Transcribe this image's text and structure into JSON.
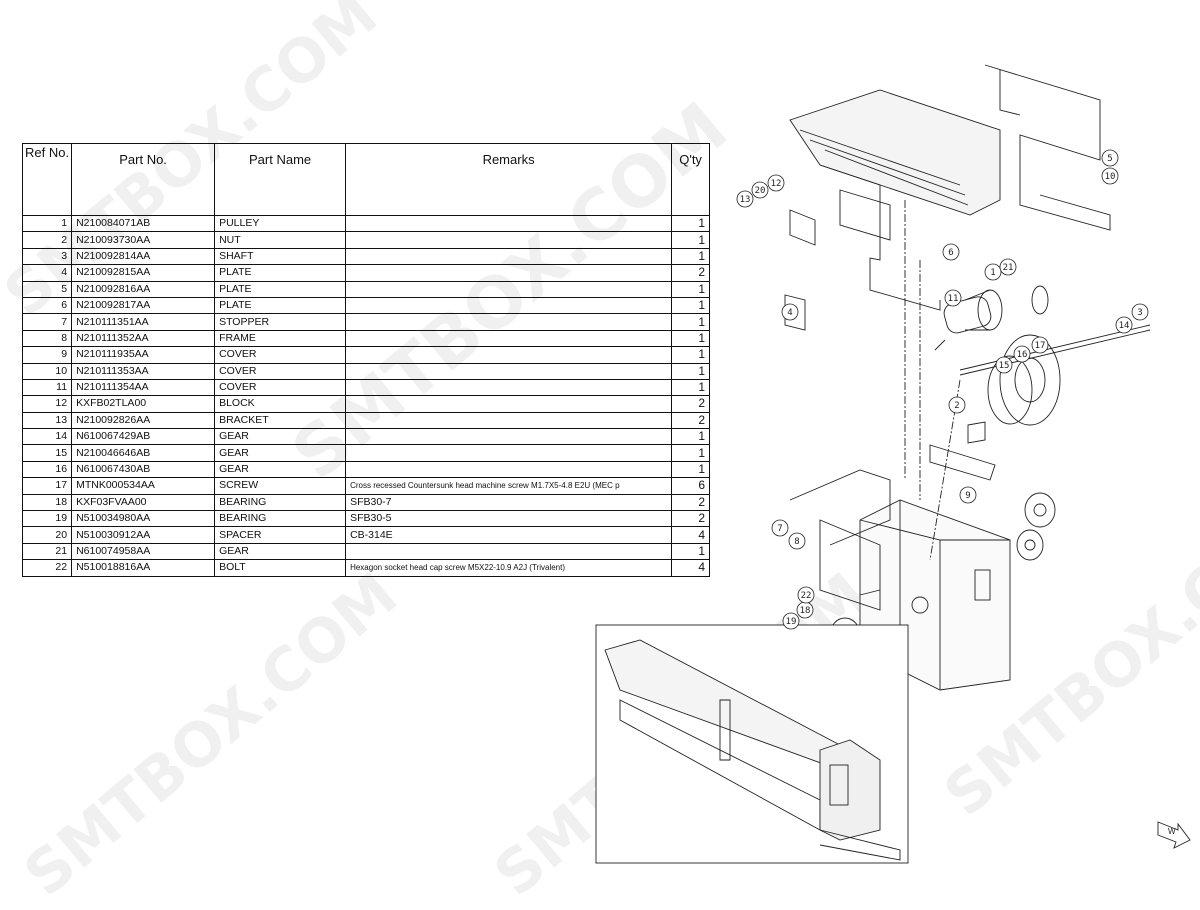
{
  "watermark": "SMTBOX.COM",
  "table": {
    "headers": {
      "ref": "Ref No.",
      "part_no": "Part No.",
      "part_name": "Part Name",
      "remarks": "Remarks",
      "qty": "Q'ty"
    },
    "rows": [
      {
        "ref": "1",
        "part_no": "N210084071AB",
        "name": "PULLEY",
        "remarks": "",
        "qty": "1"
      },
      {
        "ref": "2",
        "part_no": "N210093730AA",
        "name": "NUT",
        "remarks": "",
        "qty": "1"
      },
      {
        "ref": "3",
        "part_no": "N210092814AA",
        "name": "SHAFT",
        "remarks": "",
        "qty": "1"
      },
      {
        "ref": "4",
        "part_no": "N210092815AA",
        "name": "PLATE",
        "remarks": "",
        "qty": "2"
      },
      {
        "ref": "5",
        "part_no": "N210092816AA",
        "name": "PLATE",
        "remarks": "",
        "qty": "1"
      },
      {
        "ref": "6",
        "part_no": "N210092817AA",
        "name": "PLATE",
        "remarks": "",
        "qty": "1"
      },
      {
        "ref": "7",
        "part_no": "N210111351AA",
        "name": "STOPPER",
        "remarks": "",
        "qty": "1"
      },
      {
        "ref": "8",
        "part_no": "N210111352AA",
        "name": "FRAME",
        "remarks": "",
        "qty": "1"
      },
      {
        "ref": "9",
        "part_no": "N210111935AA",
        "name": "COVER",
        "remarks": "",
        "qty": "1"
      },
      {
        "ref": "10",
        "part_no": "N210111353AA",
        "name": "COVER",
        "remarks": "",
        "qty": "1"
      },
      {
        "ref": "11",
        "part_no": "N210111354AA",
        "name": "COVER",
        "remarks": "",
        "qty": "1"
      },
      {
        "ref": "12",
        "part_no": "KXFB02TLA00",
        "name": "BLOCK",
        "remarks": "",
        "qty": "2"
      },
      {
        "ref": "13",
        "part_no": "N210092826AA",
        "name": "BRACKET",
        "remarks": "",
        "qty": "2"
      },
      {
        "ref": "14",
        "part_no": "N610067429AB",
        "name": "GEAR",
        "remarks": "",
        "qty": "1"
      },
      {
        "ref": "15",
        "part_no": "N210046646AB",
        "name": "GEAR",
        "remarks": "",
        "qty": "1"
      },
      {
        "ref": "16",
        "part_no": "N610067430AB",
        "name": "GEAR",
        "remarks": "",
        "qty": "1"
      },
      {
        "ref": "17",
        "part_no": "MTNK000534AA",
        "name": "SCREW",
        "remarks": "Cross recessed Countersunk head machine screw M1.7X5-4.8 E2U (MEC p",
        "qty": "6"
      },
      {
        "ref": "18",
        "part_no": "KXF03FVAA00",
        "name": "BEARING",
        "remarks": "SFB30-7",
        "qty": "2"
      },
      {
        "ref": "19",
        "part_no": "N510034980AA",
        "name": "BEARING",
        "remarks": "SFB30-5",
        "qty": "2"
      },
      {
        "ref": "20",
        "part_no": "N510030912AA",
        "name": "SPACER",
        "remarks": "CB-314E",
        "qty": "4"
      },
      {
        "ref": "21",
        "part_no": "N610074958AA",
        "name": "GEAR",
        "remarks": "",
        "qty": "1"
      },
      {
        "ref": "22",
        "part_no": "N510018816AA",
        "name": "BOLT",
        "remarks": "Hexagon socket head cap screw M5X22-10.9 A2J (Trivalent)",
        "qty": "4"
      }
    ]
  },
  "diagram": {
    "callouts": [
      "1",
      "2",
      "3",
      "4",
      "5",
      "6",
      "7",
      "8",
      "9",
      "10",
      "11",
      "12",
      "13",
      "14",
      "15",
      "16",
      "17",
      "18",
      "19",
      "20",
      "21",
      "22"
    ],
    "direction_label": "W"
  }
}
